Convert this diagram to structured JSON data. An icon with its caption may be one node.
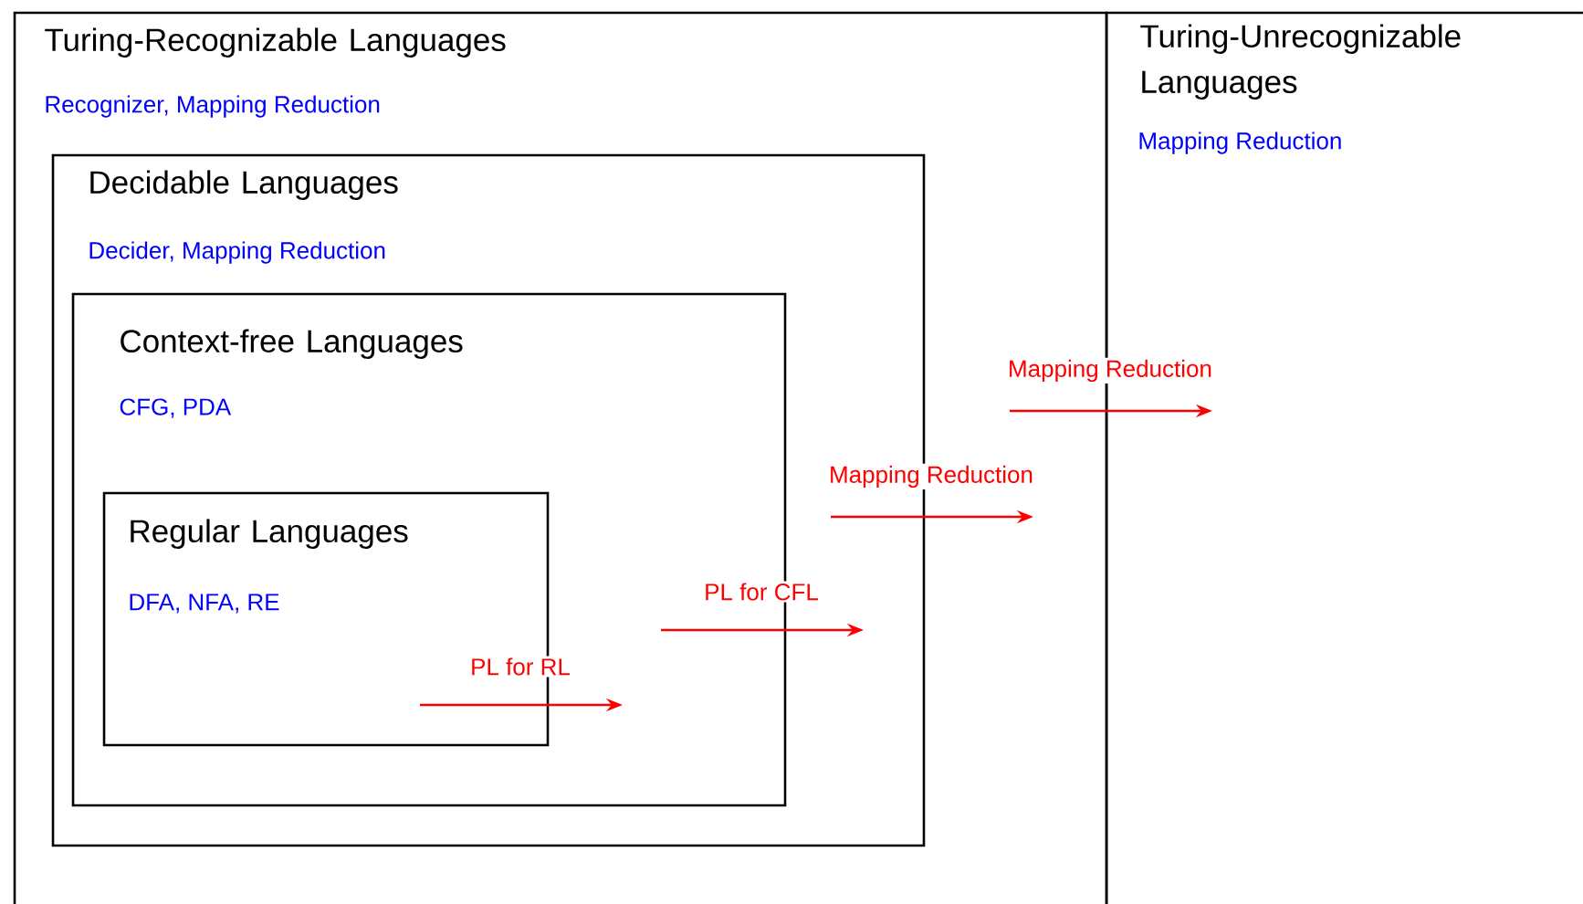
{
  "diagram": {
    "nodes": [
      {
        "text": [
          "Turing-Recognizable Languages",
          "Recognizer, Mapping Reduction"
        ]
      },
      {
        "text": [
          "Decidable Languages",
          "Decider, Mapping Reduction"
        ],
        "in": 0
      },
      {
        "text": [
          "Context-free Languages",
          "CFG, PDA"
        ],
        "in": 1
      },
      {
        "text": [
          "Regular Languages",
          "DFA, NFA, RE"
        ],
        "in": 2
      },
      {
        "text": [
          "Turing-Unrecognizable Languages",
          "Mapping Reduction"
        ]
      }
    ],
    "labels": [
      "Mapping Reduction",
      "Mapping Reduction",
      "PL for CFL",
      "PL for RL"
    ]
  }
}
